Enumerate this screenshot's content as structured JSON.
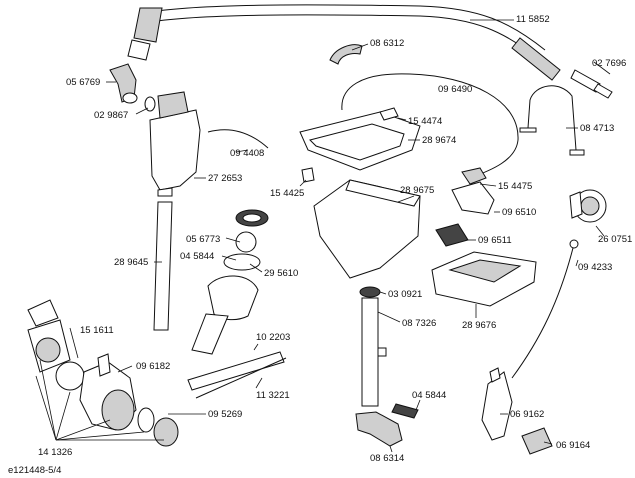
{
  "diagram_id": "e121448-5/4",
  "labels": [
    {
      "id": "p115852",
      "text": "11 5852"
    },
    {
      "id": "p086312",
      "text": "08 6312"
    },
    {
      "id": "p027696",
      "text": "02 7696"
    },
    {
      "id": "p056769",
      "text": "05 6769"
    },
    {
      "id": "p096490",
      "text": "09 6490"
    },
    {
      "id": "p029867",
      "text": "02 9867"
    },
    {
      "id": "p154474",
      "text": "15 4474"
    },
    {
      "id": "p084713",
      "text": "08 4713"
    },
    {
      "id": "p289674",
      "text": "28 9674"
    },
    {
      "id": "p094408",
      "text": "09 4408"
    },
    {
      "id": "p272653",
      "text": "27 2653"
    },
    {
      "id": "p154425",
      "text": "15 4425"
    },
    {
      "id": "p154475",
      "text": "15 4475"
    },
    {
      "id": "p289675",
      "text": "28 9675"
    },
    {
      "id": "p096510",
      "text": "09 6510"
    },
    {
      "id": "p260751",
      "text": "26 0751"
    },
    {
      "id": "p056773",
      "text": "05 6773"
    },
    {
      "id": "p096511",
      "text": "09 6511"
    },
    {
      "id": "p045844a",
      "text": "04 5844"
    },
    {
      "id": "p289645",
      "text": "28 9645"
    },
    {
      "id": "p094233",
      "text": "09 4233"
    },
    {
      "id": "p295610",
      "text": "29 5610"
    },
    {
      "id": "p030921",
      "text": "03 0921"
    },
    {
      "id": "p087326",
      "text": "08 7326"
    },
    {
      "id": "p289676",
      "text": "28 9676"
    },
    {
      "id": "p151611",
      "text": "15 1611"
    },
    {
      "id": "p102203",
      "text": "10 2203"
    },
    {
      "id": "p096182",
      "text": "09 6182"
    },
    {
      "id": "p113221",
      "text": "11 3221"
    },
    {
      "id": "p045844b",
      "text": "04 5844"
    },
    {
      "id": "p095269",
      "text": "09 5269"
    },
    {
      "id": "p069162",
      "text": "06 9162"
    },
    {
      "id": "p141326",
      "text": "14 1326"
    },
    {
      "id": "p086314",
      "text": "08 6314"
    },
    {
      "id": "p069164",
      "text": "06 9164"
    }
  ]
}
